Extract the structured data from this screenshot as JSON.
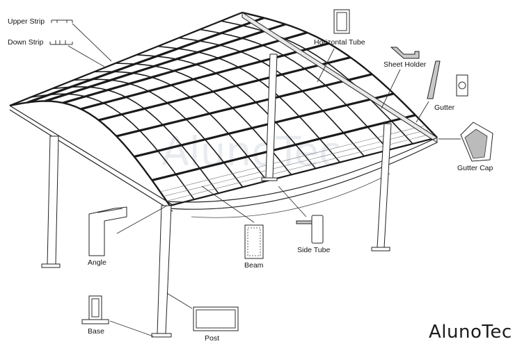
{
  "watermark": "AlunoTec",
  "brand_logo": "AlunoTec",
  "labels": {
    "upper_strip": "Upper Strip",
    "down_strip": "Down Strip",
    "horizontal_tube": "Horizontal Tube",
    "sheet_holder": "Sheet Holder",
    "gutter": "Gutter",
    "gutter_cap": "Gutter Cap",
    "angle": "Angle",
    "beam": "Beam",
    "side_tube": "Side Tube",
    "base": "Base",
    "post": "Post"
  }
}
